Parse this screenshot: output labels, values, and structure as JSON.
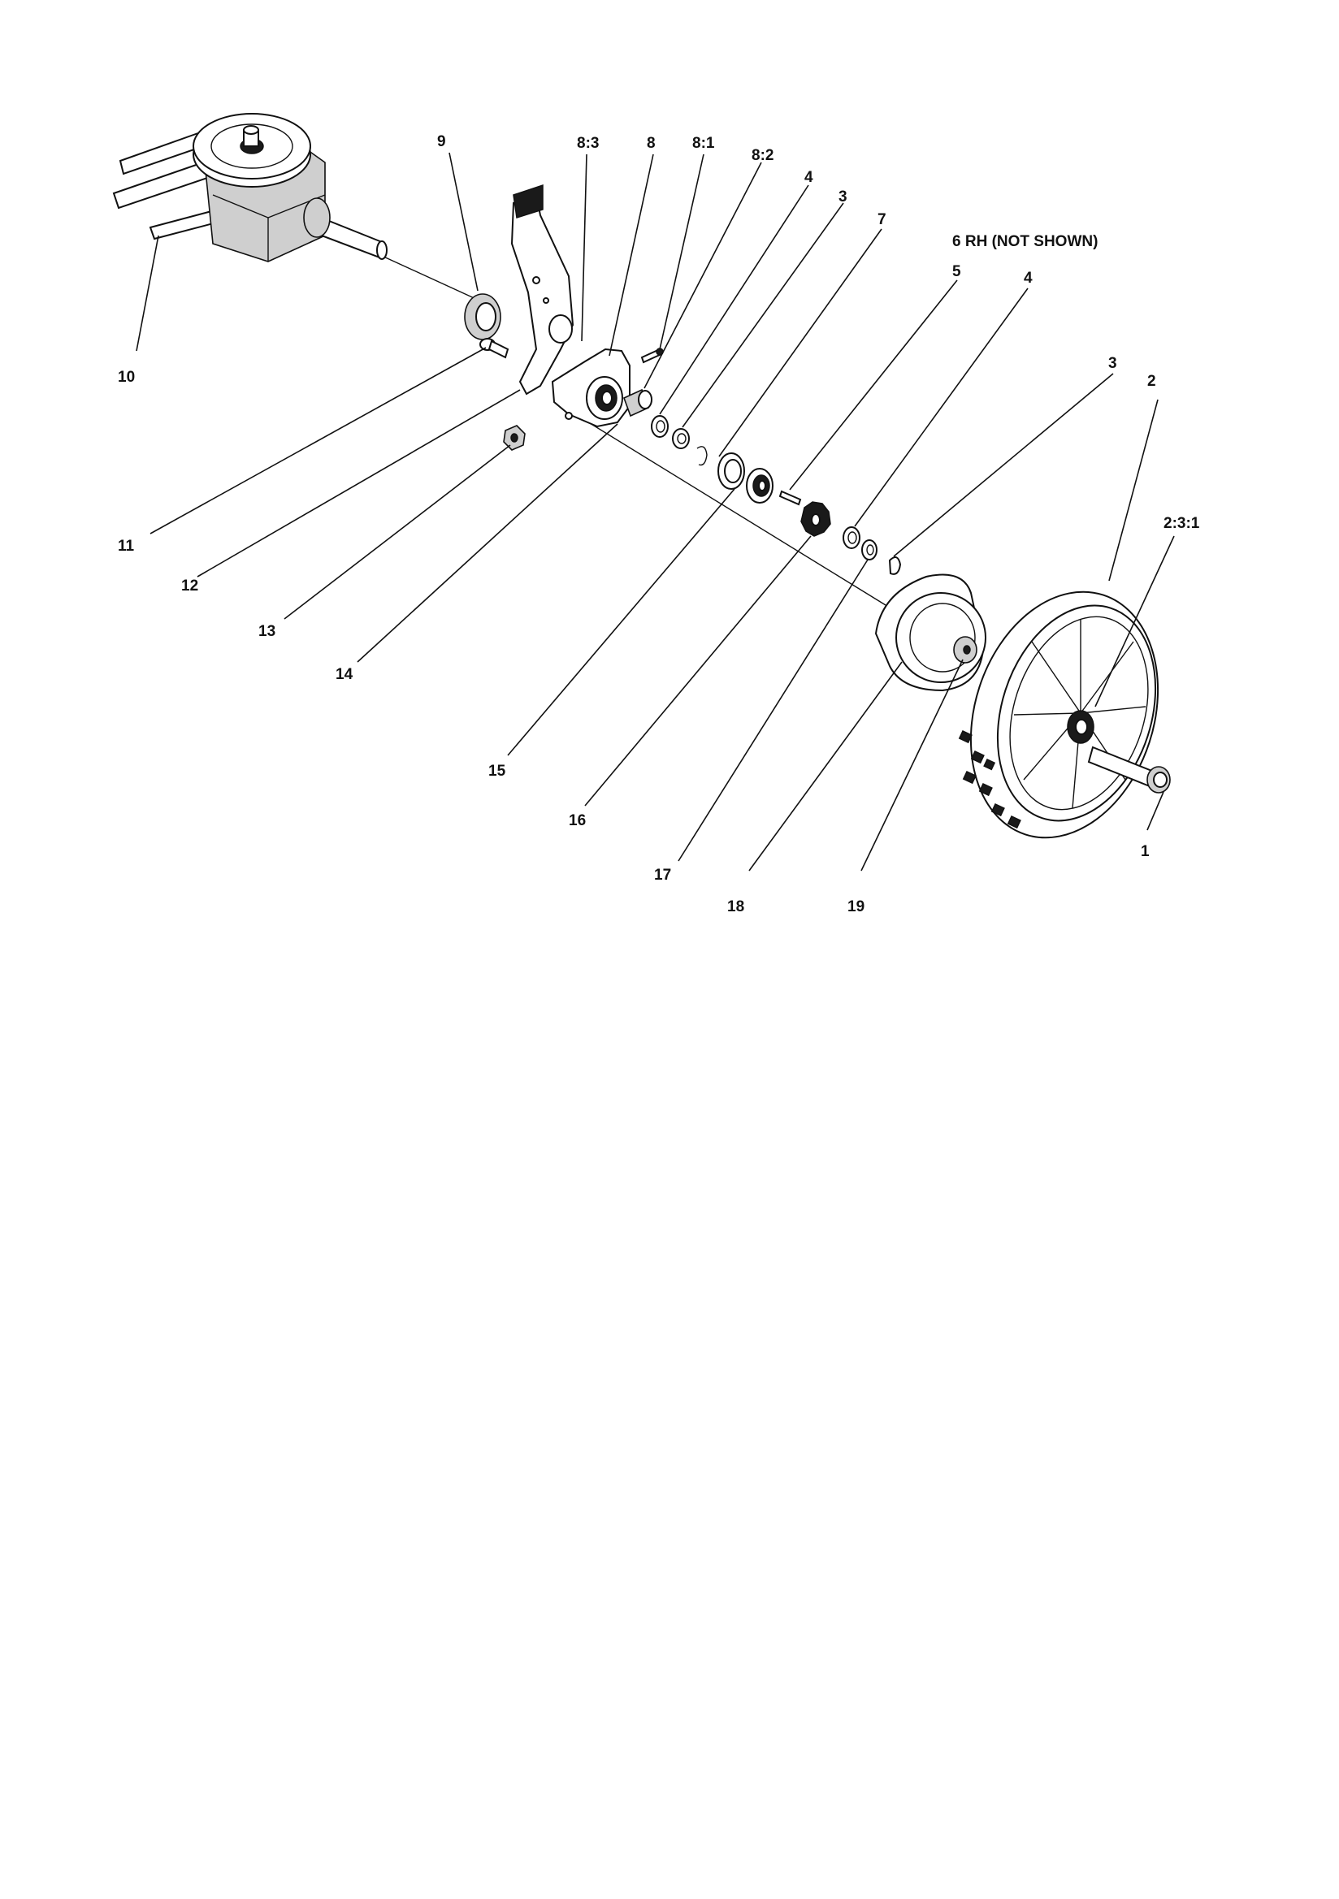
{
  "diagram": {
    "note": "6 RH (NOT SHOWN)",
    "callouts": [
      {
        "id": "c-9",
        "label": "9"
      },
      {
        "id": "c-8-3",
        "label": "8:3"
      },
      {
        "id": "c-8",
        "label": "8"
      },
      {
        "id": "c-8-1",
        "label": "8:1"
      },
      {
        "id": "c-8-2",
        "label": "8:2"
      },
      {
        "id": "c-4a",
        "label": "4"
      },
      {
        "id": "c-3a",
        "label": "3"
      },
      {
        "id": "c-7",
        "label": "7"
      },
      {
        "id": "c-5",
        "label": "5"
      },
      {
        "id": "c-4b",
        "label": "4"
      },
      {
        "id": "c-3b",
        "label": "3"
      },
      {
        "id": "c-2",
        "label": "2"
      },
      {
        "id": "c-2-3-1",
        "label": "2:3:1"
      },
      {
        "id": "c-1",
        "label": "1"
      },
      {
        "id": "c-10",
        "label": "10"
      },
      {
        "id": "c-11",
        "label": "11"
      },
      {
        "id": "c-12",
        "label": "12"
      },
      {
        "id": "c-13",
        "label": "13"
      },
      {
        "id": "c-14",
        "label": "14"
      },
      {
        "id": "c-15",
        "label": "15"
      },
      {
        "id": "c-16",
        "label": "16"
      },
      {
        "id": "c-17",
        "label": "17"
      },
      {
        "id": "c-18",
        "label": "18"
      },
      {
        "id": "c-19",
        "label": "19"
      }
    ]
  }
}
